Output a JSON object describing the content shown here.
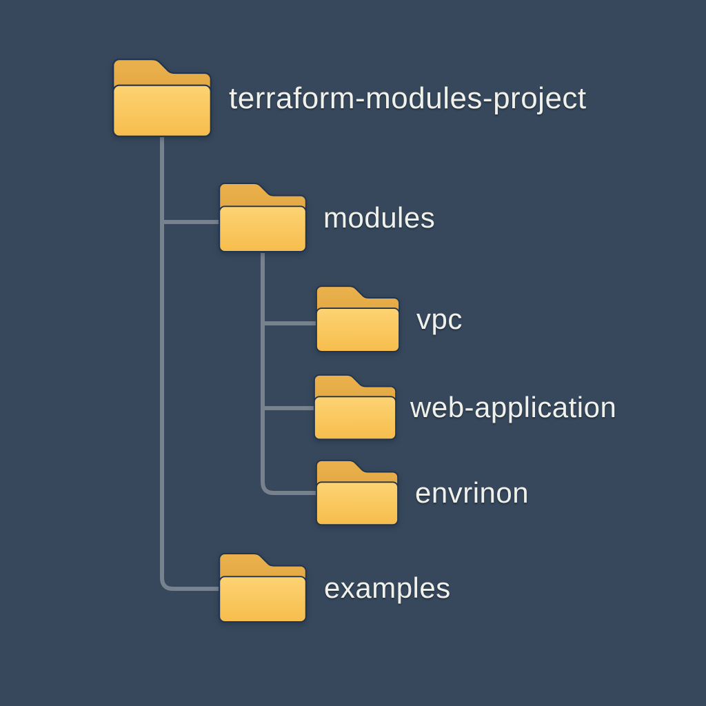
{
  "colors": {
    "background": "#37485C",
    "connector_line": "#78828F",
    "folder_tab_top": "#EAB14D",
    "folder_tab_bottom": "#D99B32",
    "folder_body_top": "#FDD373",
    "folder_body_bottom": "#F6BD4C",
    "folder_outline": "#20334F",
    "label_text": "#F1F1EC"
  },
  "tree": {
    "nodes": [
      {
        "id": "terraform-modules-project",
        "label": "terraform-modules-project",
        "level": 0,
        "icon": "folder-icon"
      },
      {
        "id": "modules",
        "label": "modules",
        "level": 1,
        "icon": "folder-icon"
      },
      {
        "id": "vpc",
        "label": "vpc",
        "level": 2,
        "icon": "folder-icon"
      },
      {
        "id": "web-application",
        "label": "web-application",
        "level": 2,
        "icon": "folder-icon"
      },
      {
        "id": "envrinon",
        "label": "envrinon",
        "level": 2,
        "icon": "folder-icon"
      },
      {
        "id": "examples",
        "label": "examples",
        "level": 1,
        "icon": "folder-icon"
      }
    ]
  }
}
